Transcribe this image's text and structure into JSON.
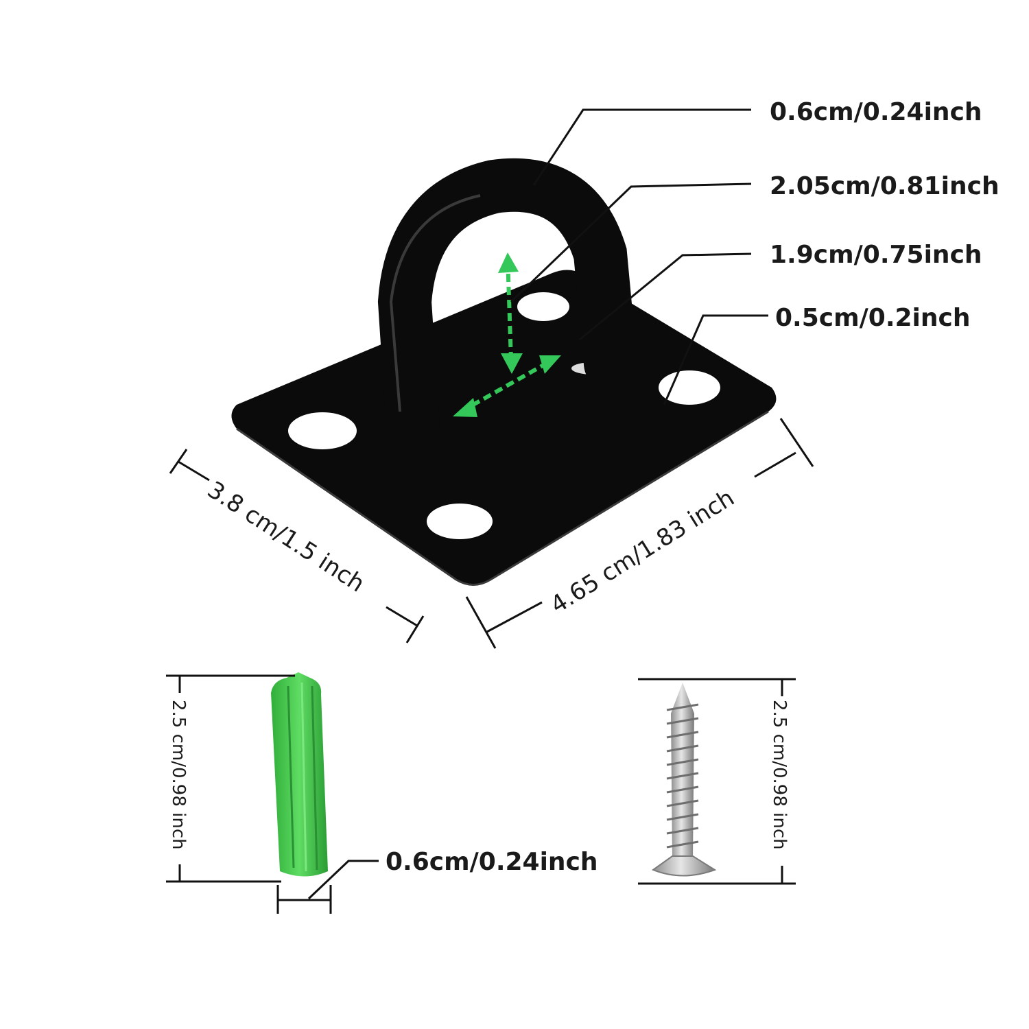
{
  "callouts": {
    "wire_diameter": "0.6cm/0.24inch",
    "inner_height": "2.05cm/0.81inch",
    "inner_width": "1.9cm/0.75inch",
    "hole_diameter": "0.5cm/0.2inch"
  },
  "plate": {
    "width_label": "3.8 cm/1.5 inch",
    "length_label": "4.65 cm/1.83 inch"
  },
  "anchor": {
    "length_label": "2.5 cm/0.98 inch",
    "diameter_label": "0.6cm/0.24inch"
  },
  "screw": {
    "length_label": "2.5 cm/0.98 inch"
  },
  "colors": {
    "plate": "#0b0b0b",
    "anchor": "#3fc64a",
    "arrow": "#34c759",
    "screw": "#b8b8b8"
  }
}
